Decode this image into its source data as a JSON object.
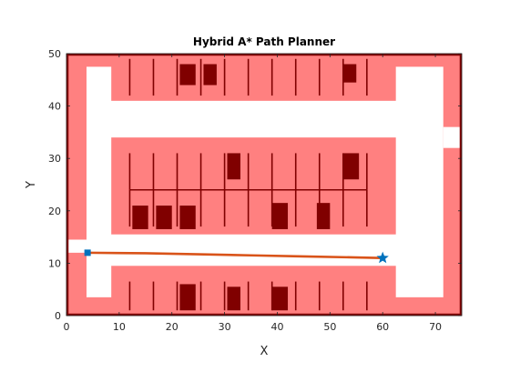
{
  "chart_data": {
    "type": "line",
    "title": "Hybrid A* Path Planner",
    "xlabel": "X",
    "ylabel": "Y",
    "xlim": [
      0,
      75
    ],
    "ylim": [
      0,
      50
    ],
    "xticks": [
      0,
      10,
      20,
      30,
      40,
      50,
      60,
      70
    ],
    "yticks": [
      0,
      10,
      20,
      30,
      40,
      50
    ],
    "grid": false,
    "colors": {
      "inflation": "#ff8080",
      "obstacle": "#800000",
      "path": "#d95319",
      "markers": "#0072bd",
      "background": "#ffffff"
    },
    "map": {
      "inflated_regions": [
        {
          "name": "outer-wall-top",
          "x": [
            0,
            75
          ],
          "y": [
            47.5,
            50
          ]
        },
        {
          "name": "outer-wall-bottom",
          "x": [
            0,
            75
          ],
          "y": [
            0,
            3.5
          ]
        },
        {
          "name": "outer-wall-left",
          "x": [
            0,
            3.8
          ],
          "y": [
            0,
            50
          ]
        },
        {
          "name": "outer-wall-right",
          "x": [
            71.5,
            75
          ],
          "y": [
            0,
            50
          ]
        },
        {
          "name": "top-parking-row",
          "x": [
            8.5,
            62.5
          ],
          "y": [
            41,
            50
          ]
        },
        {
          "name": "middle-parking-block",
          "x": [
            8.5,
            62.5
          ],
          "y": [
            15.5,
            34
          ]
        },
        {
          "name": "bottom-parking-row",
          "x": [
            8.5,
            62.5
          ],
          "y": [
            0,
            9.5
          ]
        }
      ],
      "obstacles": [
        {
          "name": "parked-car",
          "x": [
            21.5,
            24.5
          ],
          "y": [
            44,
            48
          ]
        },
        {
          "name": "parked-car",
          "x": [
            26,
            28.5
          ],
          "y": [
            44,
            48
          ]
        },
        {
          "name": "parked-car",
          "x": [
            52.5,
            55
          ],
          "y": [
            44.5,
            48
          ]
        },
        {
          "name": "parked-car",
          "x": [
            30.5,
            33
          ],
          "y": [
            26,
            31
          ]
        },
        {
          "name": "parked-car",
          "x": [
            52.5,
            55.5
          ],
          "y": [
            26,
            31
          ]
        },
        {
          "name": "parked-car",
          "x": [
            12.5,
            15.5
          ],
          "y": [
            16.5,
            21
          ]
        },
        {
          "name": "parked-car",
          "x": [
            17,
            20
          ],
          "y": [
            16.5,
            21
          ]
        },
        {
          "name": "parked-car",
          "x": [
            21.5,
            24.5
          ],
          "y": [
            16.5,
            21
          ]
        },
        {
          "name": "parked-car",
          "x": [
            39,
            42
          ],
          "y": [
            16.5,
            21.5
          ]
        },
        {
          "name": "parked-car",
          "x": [
            47.5,
            50
          ],
          "y": [
            16.5,
            21.5
          ]
        },
        {
          "name": "parked-car",
          "x": [
            21.5,
            24.5
          ],
          "y": [
            1,
            6
          ]
        },
        {
          "name": "parked-car",
          "x": [
            30.5,
            33
          ],
          "y": [
            1,
            5.5
          ]
        },
        {
          "name": "parked-car",
          "x": [
            39,
            42
          ],
          "y": [
            1,
            5.5
          ]
        }
      ],
      "top_row_stalls_x": [
        12,
        16.5,
        21,
        25.5,
        30,
        34.5,
        39,
        43.5,
        48,
        52.5,
        57
      ],
      "top_row_stalls_y": [
        42,
        49
      ],
      "middle_divider_y": 24,
      "middle_divider_x": [
        12,
        57
      ],
      "middle_stalls_x": [
        12,
        16.5,
        21,
        25.5,
        30,
        34.5,
        39,
        43.5,
        48,
        52.5,
        57
      ],
      "middle_stalls_upper_y": [
        24,
        31
      ],
      "middle_stalls_lower_y": [
        17,
        24
      ],
      "bottom_row_stalls_x": [
        12,
        16.5,
        21,
        25.5,
        30,
        34.5,
        39,
        43.5,
        48,
        52.5,
        57
      ],
      "bottom_row_stalls_y": [
        1,
        6.5
      ]
    },
    "series": [
      {
        "type": "line",
        "x": [
          4,
          15,
          25,
          35,
          45,
          55,
          60
        ],
        "y": [
          12,
          11.9,
          11.7,
          11.5,
          11.3,
          11.1,
          11
        ]
      }
    ],
    "markers": [
      {
        "shape": "square",
        "x": 4,
        "y": 12
      },
      {
        "shape": "star",
        "x": 60,
        "y": 11
      }
    ]
  }
}
